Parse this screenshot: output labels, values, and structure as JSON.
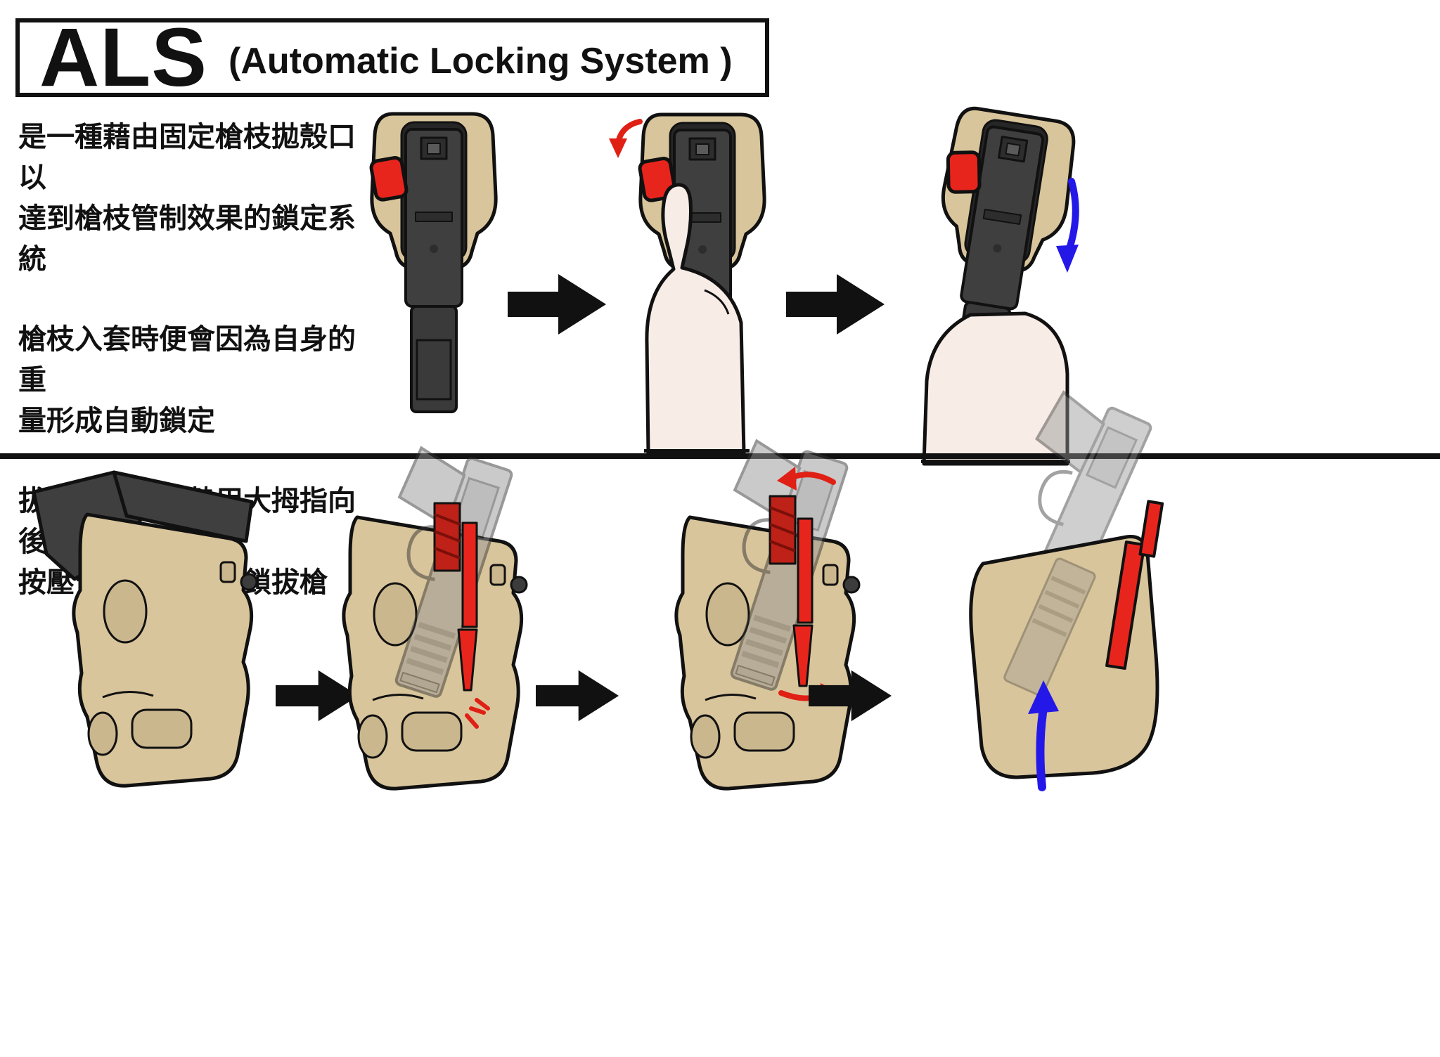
{
  "title": {
    "main": "ALS",
    "subtitle": "(Automatic Locking System )"
  },
  "description": {
    "paragraphs": [
      "是一種藉由固定槍枝拋殼口以\n達到槍枝管制效果的鎖定系統",
      "槍枝入套時便會因為自身的重\n量形成自動鎖定",
      "拔槍時只要順勢用大拇指向後\n按壓管制鈕即可解鎖拔槍"
    ]
  },
  "colors": {
    "holster_tan": "#d9c59b",
    "holster_tan_shade": "#cbb78e",
    "gun_dark": "#3f3f3f",
    "gun_ghost_gray": "#969696",
    "lock_red": "#e8251d",
    "arrow_red": "#e02015",
    "arrow_blue": "#2418e8",
    "arrow_black": "#111111",
    "hand_skin": "#f8ece7"
  }
}
